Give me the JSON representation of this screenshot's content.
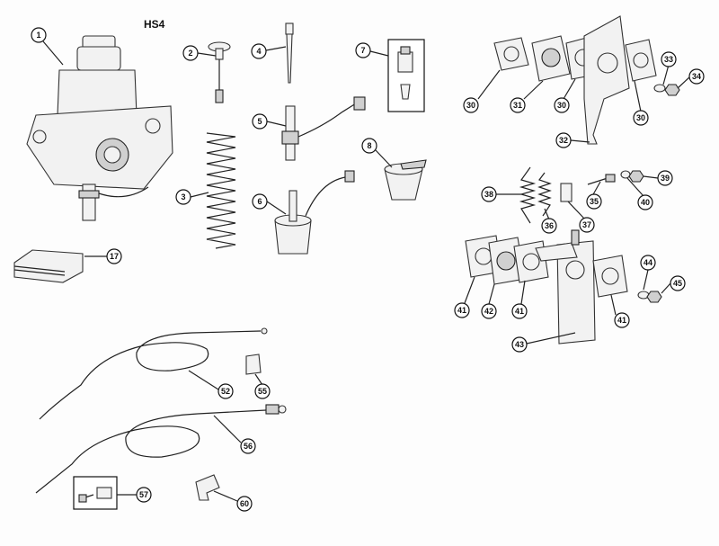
{
  "diagram": {
    "title": "HS4",
    "callouts": [
      "1",
      "2",
      "3",
      "4",
      "5",
      "6",
      "7",
      "8",
      "17",
      "30",
      "31",
      "30",
      "30",
      "32",
      "33",
      "34",
      "38",
      "36",
      "37",
      "35",
      "40",
      "39",
      "41",
      "42",
      "41",
      "43",
      "41",
      "44",
      "45",
      "52",
      "55",
      "56",
      "57",
      "60"
    ]
  }
}
